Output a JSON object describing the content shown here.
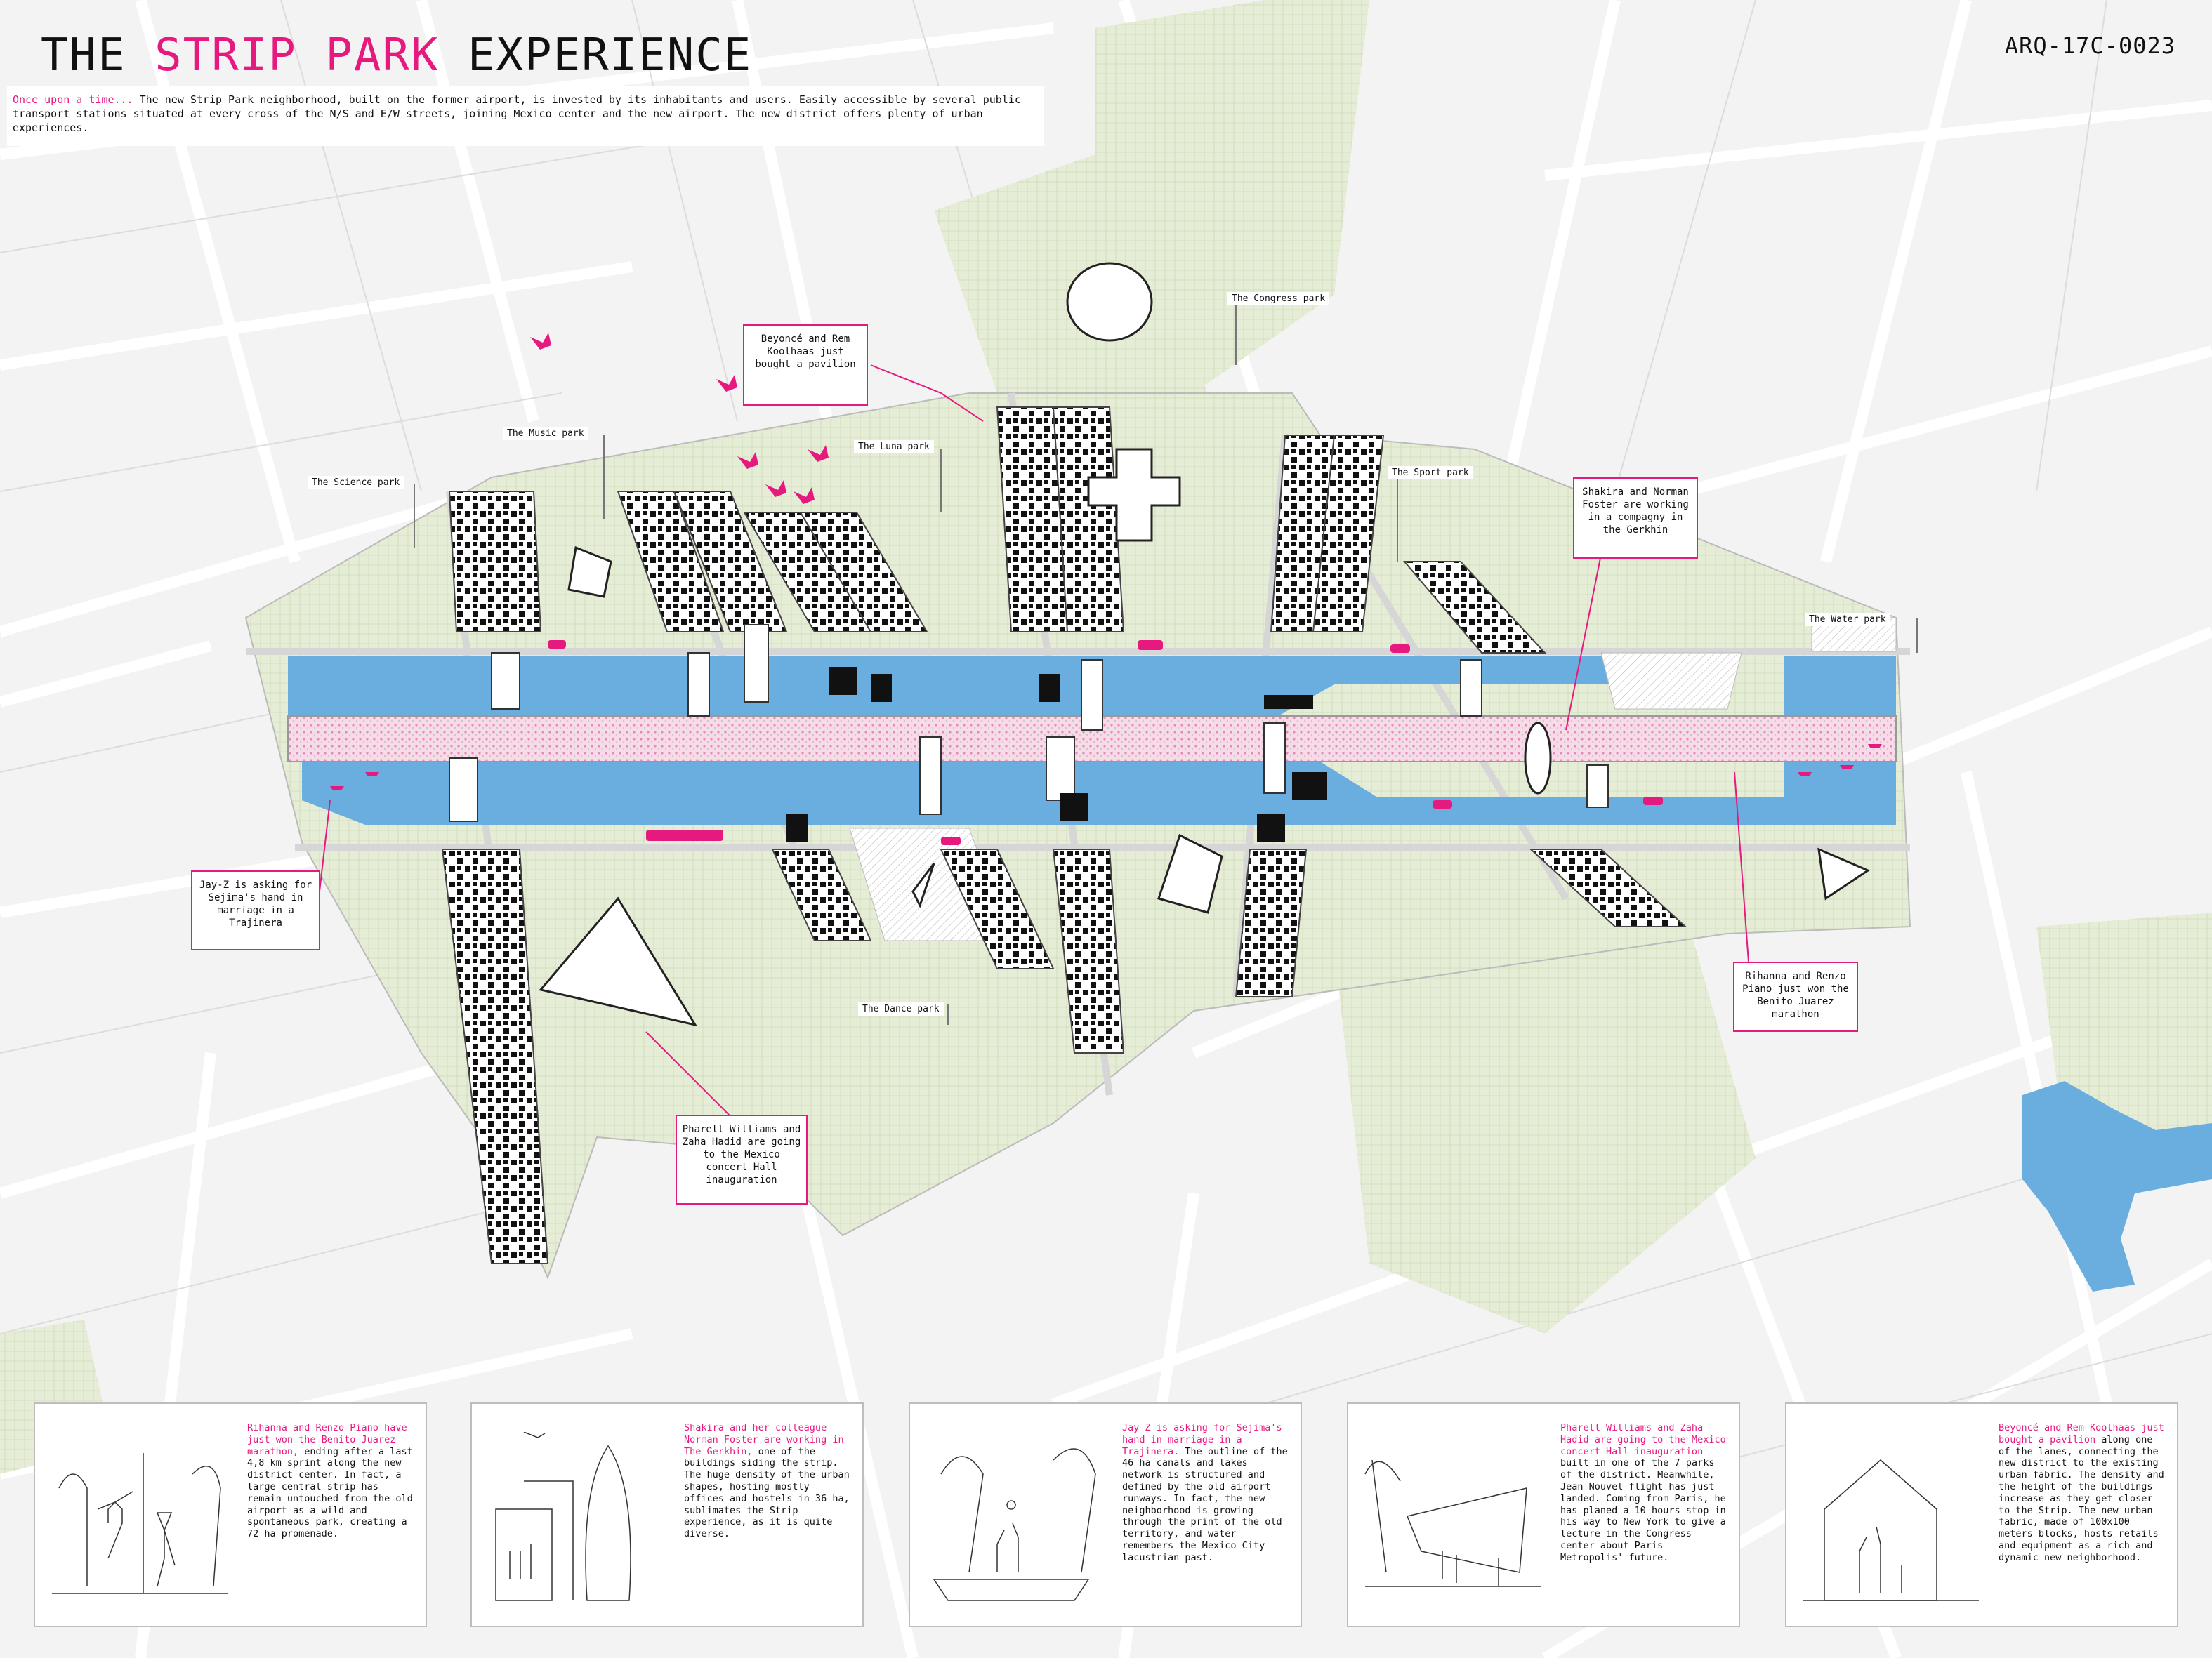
{
  "header": {
    "title_part1": "THE ",
    "title_highlight": "STRIP PARK",
    "title_part2": " EXPERIENCE",
    "code": "ARQ-17C-0023"
  },
  "intro": {
    "lead": "Once upon a time...",
    "text": " The new Strip Park neighborhood, built on the former airport, is invested by its inhabitants and users. Easily accessible by several public transport stations situated at every cross of the N/S and E/W streets, joining Mexico center and the new airport. The new district offers plenty of urban experiences."
  },
  "colors": {
    "accent": "#e6197f",
    "water": "#6aaee0",
    "park": "#e3ecd2",
    "street": "#ffffff",
    "block": "#eeeeee"
  },
  "park_labels": {
    "congress": "The Congress park",
    "music": "The Music park",
    "luna": "The Luna park",
    "science": "The Science park",
    "sport": "The Sport park",
    "water": "The Water park",
    "dance": "The Dance park"
  },
  "callouts": {
    "beyonce": "Beyoncé and Rem Koolhaas just bought a pavilion",
    "shakira": "Shakira and Norman Foster are working in a compagny in the Gerkhin",
    "jayz": "Jay-Z is asking for Sejima's hand in marriage in a Trajinera",
    "rihanna": "Rihanna and Renzo Piano just won the Benito Juarez marathon",
    "pharell": "Pharell Williams and Zaha Hadid are going to the Mexico concert Hall inauguration"
  },
  "panels": [
    {
      "highlight": "Rihanna and Renzo Piano have just won the Benito Juarez marathon,",
      "text": " ending after a last 4,8 km sprint along the new district center. In fact, a large central strip has remain untouched from the old airport as a wild and spontaneous park, creating a 72 ha promenade."
    },
    {
      "highlight": "Shakira and her colleague Norman Foster are working in The Gerkhin,",
      "text": " one of the buildings siding the strip. The huge density of the urban shapes, hosting mostly offices and hostels in 36 ha, sublimates the Strip experience, as it is quite diverse."
    },
    {
      "highlight": "Jay-Z is asking for Sejima's hand in marriage in a Trajinera.",
      "text": " The outline of the 46 ha canals and lakes network is structured and defined by the old airport runways. In fact, the new neighborhood is growing through the print of the old territory, and water remembers the Mexico City lacustrian past."
    },
    {
      "highlight": "Pharell Williams and Zaha Hadid are going to the Mexico concert Hall inauguration",
      "text": " built in one of the 7 parks of the district. Meanwhile, Jean Nouvel flight has just landed. Coming from Paris, he has planed a 10 hours stop in his way to New York to give a lecture in the Congress center about Paris Metropolis' future."
    },
    {
      "highlight": "Beyoncé and Rem Koolhaas just bought a pavilion",
      "text": " along one of the lanes, connecting the new district to the existing urban fabric. The density and the height of the buildings increase as they get closer to the Strip. The new urban fabric, made of 100x100 meters blocks, hosts retails and equipment as a rich and dynamic new neighborhood."
    }
  ]
}
